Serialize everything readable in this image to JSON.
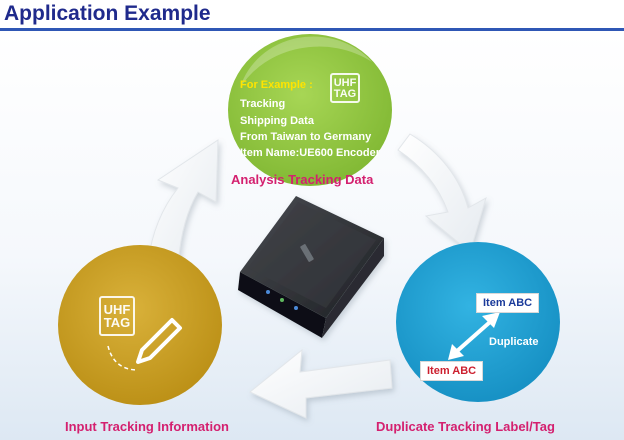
{
  "title": "Application Example",
  "analysis": {
    "label": "Analysis Tracking Data",
    "example_heading": "For Example :",
    "example_lines": [
      "Tracking",
      "Shipping Data",
      "From Taiwan to Germany",
      "Item Name:UE600 Encoder"
    ],
    "tag_top": "UHF",
    "tag_bottom": "TAG"
  },
  "input": {
    "label": "Input Tracking Information",
    "tag_top": "UHF",
    "tag_bottom": "TAG"
  },
  "duplicate": {
    "label": "Duplicate Tracking Label/Tag",
    "item_top": "Item ABC",
    "item_bottom": "Item ABC",
    "arrow_label": "Duplicate"
  },
  "colors": {
    "title": "#1f2a8c",
    "green_circle": "#8cc63e",
    "yellow_circle": "#c9a01e",
    "blue_circle": "#1e9fd0",
    "label_pink": "#d4206f",
    "example_heading": "#ffe400",
    "item_top": "#1a3a9a",
    "item_bottom": "#cc1f2e"
  },
  "icons": [
    "uhf-tag-icon",
    "pen-icon",
    "rfid-reader-device"
  ]
}
